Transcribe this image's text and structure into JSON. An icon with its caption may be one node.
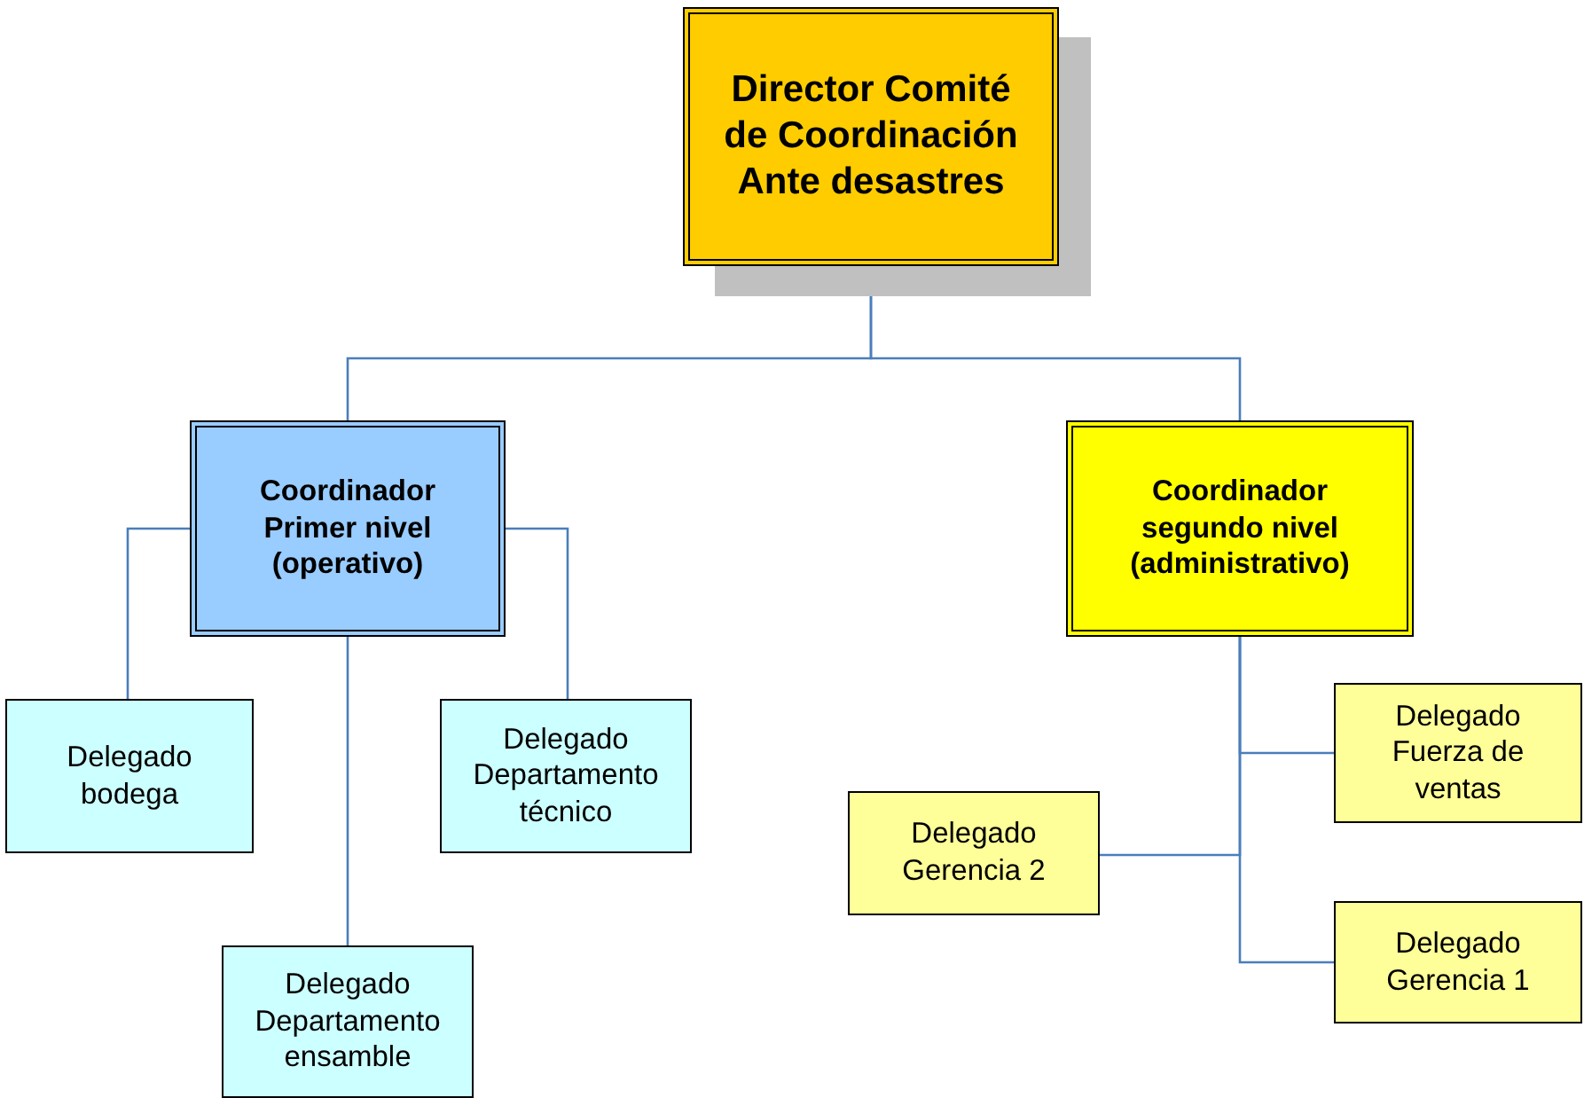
{
  "diagram": {
    "nodes": [
      {
        "text": [
          "Director Comité de Coordinación Ante desastres"
        ]
      },
      {
        "text": [
          "Coordinador Primer nivel (operativo)"
        ]
      },
      {
        "text": [
          "Coordinador segundo nivel (administrativo)"
        ]
      },
      {
        "text": [
          "Delegado bodega"
        ]
      },
      {
        "text": [
          "Delegado Departamento técnico"
        ]
      },
      {
        "text": [
          "Delegado Departamento ensamble"
        ]
      },
      {
        "text": [
          "Delegado Gerencia 2"
        ]
      },
      {
        "text": [
          "Delegado Fuerza de ventas"
        ]
      },
      {
        "text": [
          "Delegado Gerencia 1"
        ]
      }
    ],
    "edges": [
      {
        "from": 0,
        "to": 1,
        "arrow": "none"
      },
      {
        "from": 0,
        "to": 2,
        "arrow": "none"
      },
      {
        "from": 1,
        "to": 3,
        "arrow": "none"
      },
      {
        "from": 1,
        "to": 4,
        "arrow": "none"
      },
      {
        "from": 1,
        "to": 5,
        "arrow": "none"
      },
      {
        "from": 2,
        "to": 7,
        "arrow": "none"
      },
      {
        "from": 2,
        "to": 6,
        "arrow": "none"
      },
      {
        "from": 2,
        "to": 8,
        "arrow": "none"
      }
    ]
  }
}
